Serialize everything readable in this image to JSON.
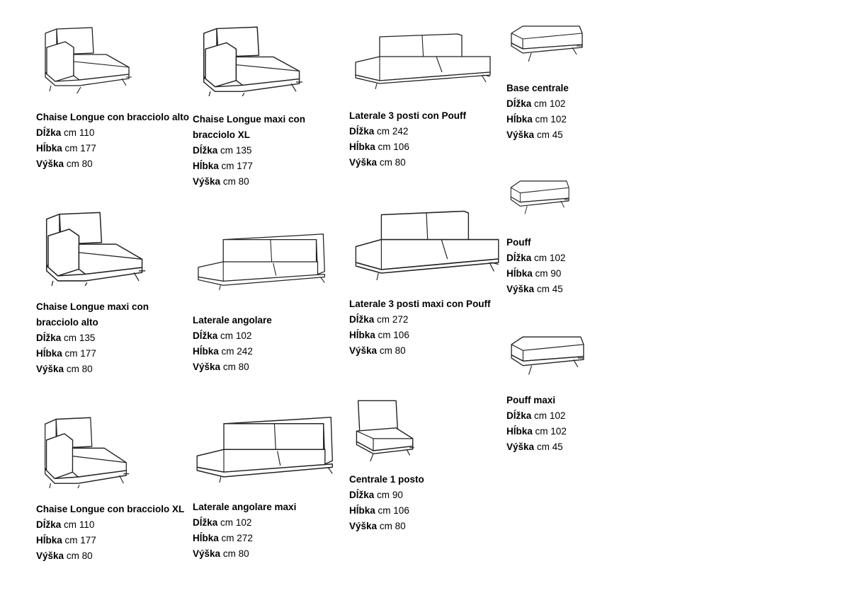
{
  "labels": {
    "length": "Dĺžka",
    "depth": "Hĺbka",
    "height": "Výška",
    "unit": "cm"
  },
  "products": [
    {
      "name_lines": [
        "Chaise Longue con bracciolo alto"
      ],
      "length": "110",
      "depth": "177",
      "height": "80",
      "icon": "chaise-longue-high-arm"
    },
    {
      "name_lines": [
        "Chaise Longue maxi con",
        "bracciolo XL"
      ],
      "length": "135",
      "depth": "177",
      "height": "80",
      "icon": "chaise-longue-maxi-xl-arm"
    },
    {
      "name_lines": [
        "Laterale 3 posti con Pouff"
      ],
      "length": "242",
      "depth": "106",
      "height": "80",
      "icon": "side-3-seat-pouf"
    },
    {
      "name_lines": [
        "Base centrale"
      ],
      "length": "102",
      "depth": "102",
      "height": "45",
      "icon": "central-base"
    },
    {
      "name_lines": [
        "Chaise Longue maxi con",
        "bracciolo alto"
      ],
      "length": "135",
      "depth": "177",
      "height": "80",
      "icon": "chaise-longue-maxi-high-arm"
    },
    {
      "name_lines": [
        "Laterale angolare"
      ],
      "length": "102",
      "depth": "242",
      "height": "80",
      "icon": "corner-side"
    },
    {
      "name_lines": [
        "Laterale 3 posti maxi con Pouff"
      ],
      "length": "272",
      "depth": "106",
      "height": "80",
      "icon": "side-3-seat-maxi-pouf"
    },
    {
      "name_lines": [
        "Pouff"
      ],
      "length": "102",
      "depth": "90",
      "height": "45",
      "icon": "pouf"
    },
    {
      "name_lines": [
        "Chaise Longue con bracciolo XL"
      ],
      "length": "110",
      "depth": "177",
      "height": "80",
      "icon": "chaise-longue-xl-arm"
    },
    {
      "name_lines": [
        "Laterale angolare maxi"
      ],
      "length": "102",
      "depth": "272",
      "height": "80",
      "icon": "corner-side-maxi"
    },
    {
      "name_lines": [
        "Centrale 1 posto"
      ],
      "length": "90",
      "depth": "106",
      "height": "80",
      "icon": "central-1-seat"
    },
    {
      "name_lines": [
        "Pouff maxi"
      ],
      "length": "102",
      "depth": "102",
      "height": "45",
      "icon": "pouf-maxi"
    }
  ]
}
